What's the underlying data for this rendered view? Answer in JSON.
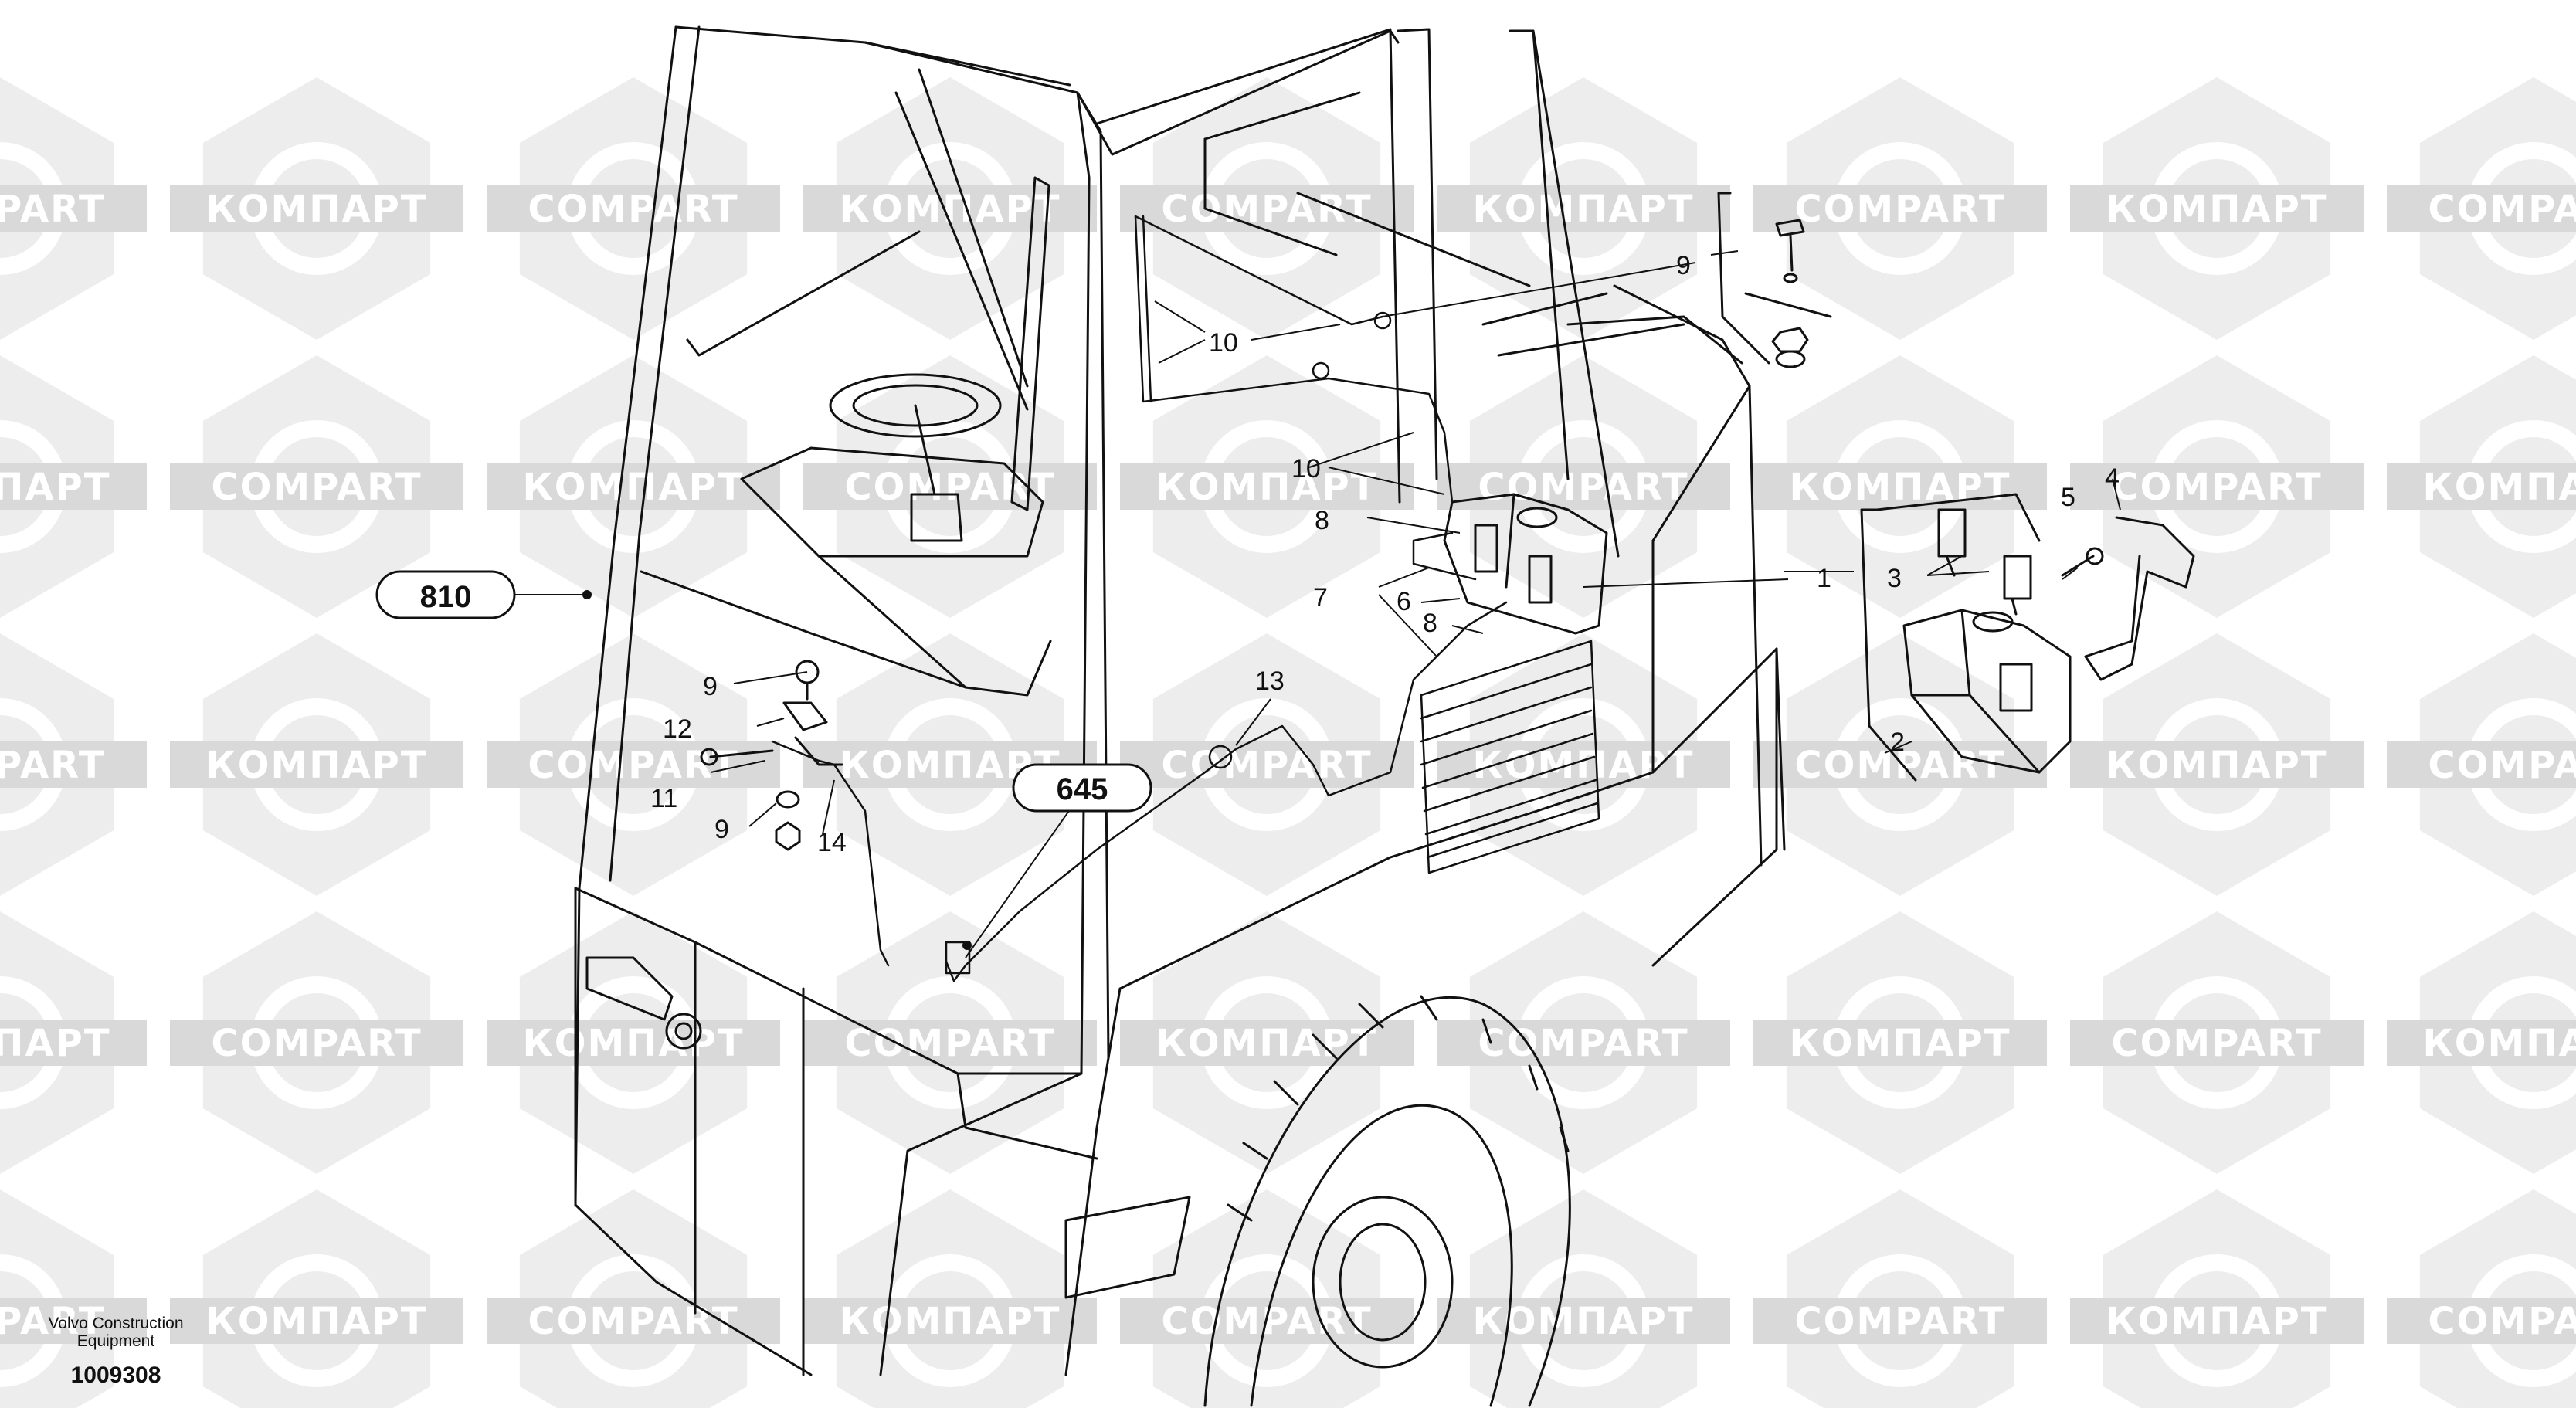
{
  "watermark": {
    "text_latin": "COMPART",
    "text_cyrillic": "КОМПАРТ",
    "color": "#e0e0e0"
  },
  "callouts": {
    "c1": "1",
    "c2": "2",
    "c3": "3",
    "c4": "4",
    "c5": "5",
    "c6": "6",
    "c7": "7",
    "c8a": "8",
    "c8b": "8",
    "c9a": "9",
    "c9b": "9",
    "c9c": "9",
    "c10a": "10",
    "c10b": "10",
    "c11": "11",
    "c12": "12",
    "c13": "13",
    "c14": "14"
  },
  "references": {
    "r810": "810",
    "r645": "645"
  },
  "footer": {
    "brand_line1": "Volvo Construction",
    "brand_line2": "Equipment",
    "drawing_number": "1009308"
  }
}
